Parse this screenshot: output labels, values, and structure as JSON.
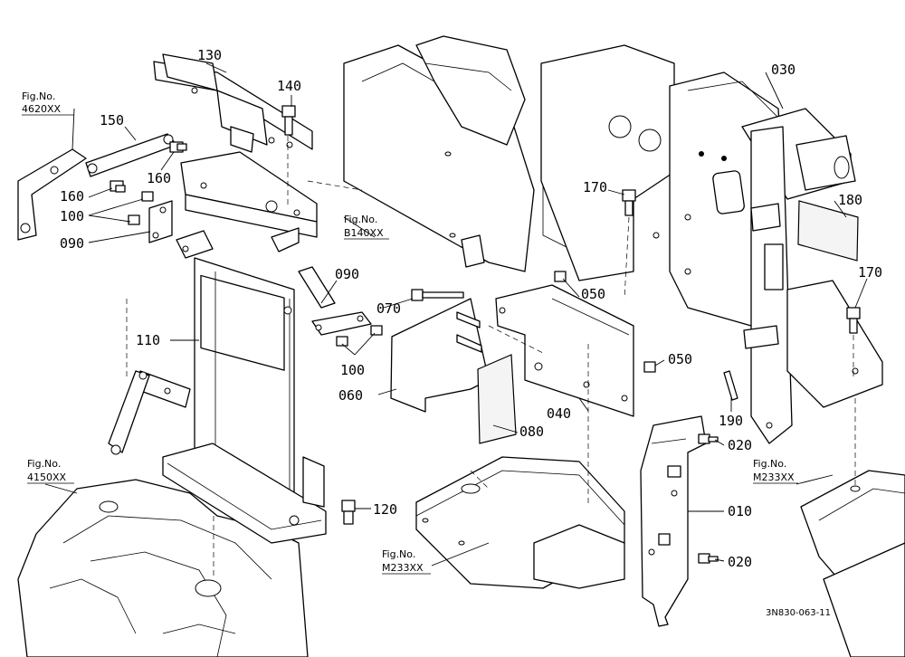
{
  "drawing_code": "3N830-063-11",
  "part_labels": {
    "p010": "010",
    "p020a": "020",
    "p020b": "020",
    "p030": "030",
    "p040": "040",
    "p050a": "050",
    "p050b": "050",
    "p060": "060",
    "p070": "070",
    "p080": "080",
    "p090a": "090",
    "p090b": "090",
    "p100a": "100",
    "p100b": "100",
    "p110": "110",
    "p120": "120",
    "p130": "130",
    "p140": "140",
    "p150": "150",
    "p160a": "160",
    "p160b": "160",
    "p170a": "170",
    "p170b": "170",
    "p180": "180",
    "p190": "190"
  },
  "fig_refs": {
    "r4620": {
      "line1": "Fig.No.",
      "line2": "4620XX"
    },
    "r4150": {
      "line1": "Fig.No.",
      "line2": "4150XX"
    },
    "rB140": {
      "line1": "Fig.No.",
      "line2": "B140XX"
    },
    "rM233a": {
      "line1": "Fig.No.",
      "line2": "M233XX"
    },
    "rM233b": {
      "line1": "Fig.No.",
      "line2": "M233XX"
    }
  }
}
